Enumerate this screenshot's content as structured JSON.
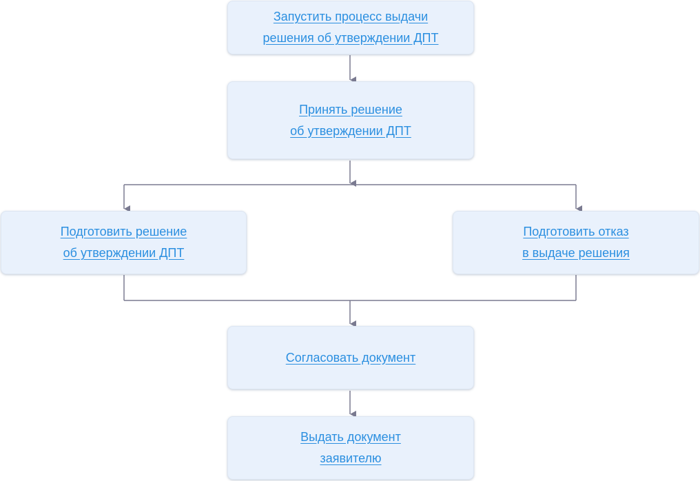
{
  "nodes": {
    "start_process": "Запустить процесс выдачи\nрешения об утверждении ДПТ",
    "make_decision": "Принять решение\nоб утверждении ДПТ",
    "prepare_approval": "Подготовить решение \nоб утверждении ДПТ",
    "prepare_refusal": "Подготовить отказ\nв выдаче решения",
    "coordinate_document": "Согласовать документ",
    "issue_document": "Выдать документ\nзаявителю"
  },
  "colors": {
    "node_fill": "#e9f1fc",
    "link_text": "#2b8fe0",
    "connector": "#7a7a90"
  }
}
